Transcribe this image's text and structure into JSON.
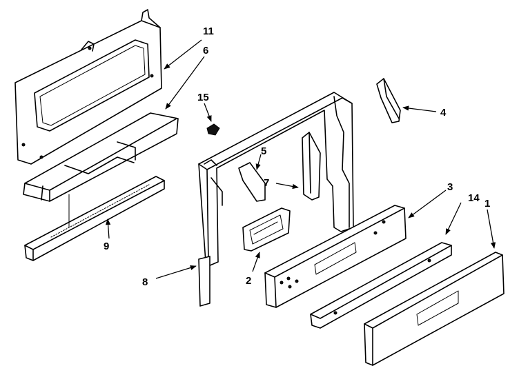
{
  "callouts": {
    "c1": "1",
    "c2": "2",
    "c3": "3",
    "c4": "4",
    "c5": "5",
    "c6": "6",
    "c7": "7",
    "c8": "8",
    "c9": "9",
    "c11": "11",
    "c14": "14",
    "c15": "15"
  }
}
